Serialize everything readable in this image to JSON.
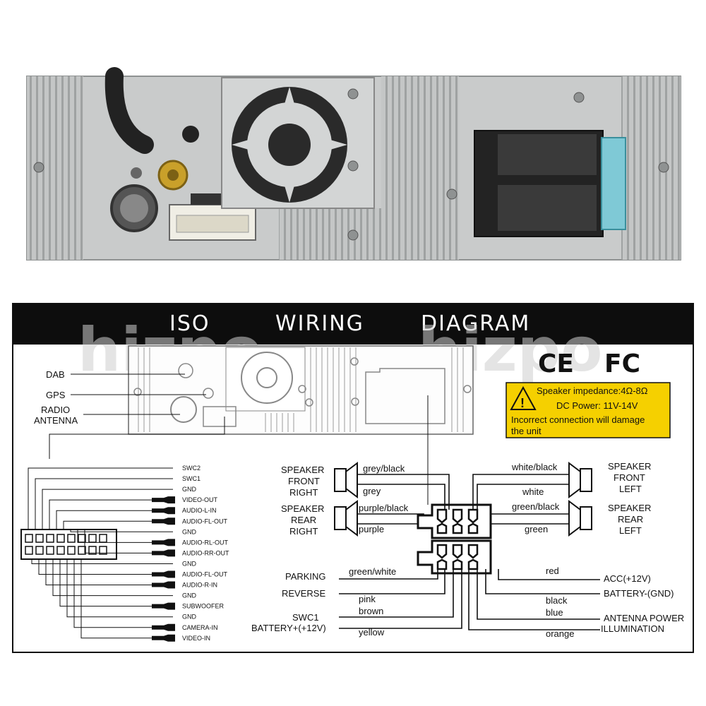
{
  "header": {
    "part1": "ISO",
    "part2": "WIRING",
    "part3": "DIAGRAM"
  },
  "watermark": {
    "left": "hizpo",
    "right": "hizpo"
  },
  "marks": {
    "ce": "CE",
    "fcc": "FC"
  },
  "warning": {
    "line1": "Speaker impedance:4Ω-8Ω",
    "line2": "DC Power: 11V-14V",
    "line3": "Incorrect connection will damage",
    "line4": "the unit"
  },
  "unit_labels": {
    "dab": "DAB",
    "gps": "GPS",
    "radio1": "RADIO",
    "radio2": "ANTENNA"
  },
  "rca_labels": [
    "SWC2",
    "SWC1",
    "GND",
    "VIDEO-OUT",
    "AUDIO-L-IN",
    "AUDIO-FL-OUT",
    "GND",
    "AUDIO-RL-OUT",
    "AUDIO-RR-OUT",
    "GND",
    "AUDIO-FL-OUT",
    "AUDIO-R-IN",
    "GND",
    "SUBWOOFER",
    "GND",
    "CAMERA-IN",
    "VIDEO-IN"
  ],
  "speakers": {
    "front_right": [
      "SPEAKER",
      "FRONT",
      "RIGHT"
    ],
    "rear_right": [
      "SPEAKER",
      "REAR",
      "RIGHT"
    ],
    "front_left": [
      "SPEAKER",
      "FRONT",
      "LEFT"
    ],
    "rear_left": [
      "SPEAKER",
      "REAR",
      "LEFT"
    ]
  },
  "wires": {
    "grey_black": "grey/black",
    "grey": "grey",
    "purple_black": "purple/black",
    "purple": "purple",
    "white_black": "white/black",
    "white": "white",
    "green_black": "green/black",
    "green": "green",
    "green_white": "green/white",
    "pink": "pink",
    "brown": "brown",
    "yellow": "yellow",
    "red": "red",
    "black": "black",
    "blue": "blue",
    "orange": "orange"
  },
  "left_labels": {
    "parking": "PARKING",
    "reverse": "REVERSE",
    "swc1": "SWC1",
    "battery": "BATTERY+(+12V)"
  },
  "right_labels": {
    "acc": "ACC(+12V)",
    "battery_gnd": "BATTERY-(GND)",
    "antenna_power": "ANTENNA POWER",
    "illumination": "ILLUMINATION"
  },
  "colors": {
    "warning_bg": "#f5d000",
    "chassis": "#c9cbcb",
    "header_bg": "#0d0d0d"
  }
}
